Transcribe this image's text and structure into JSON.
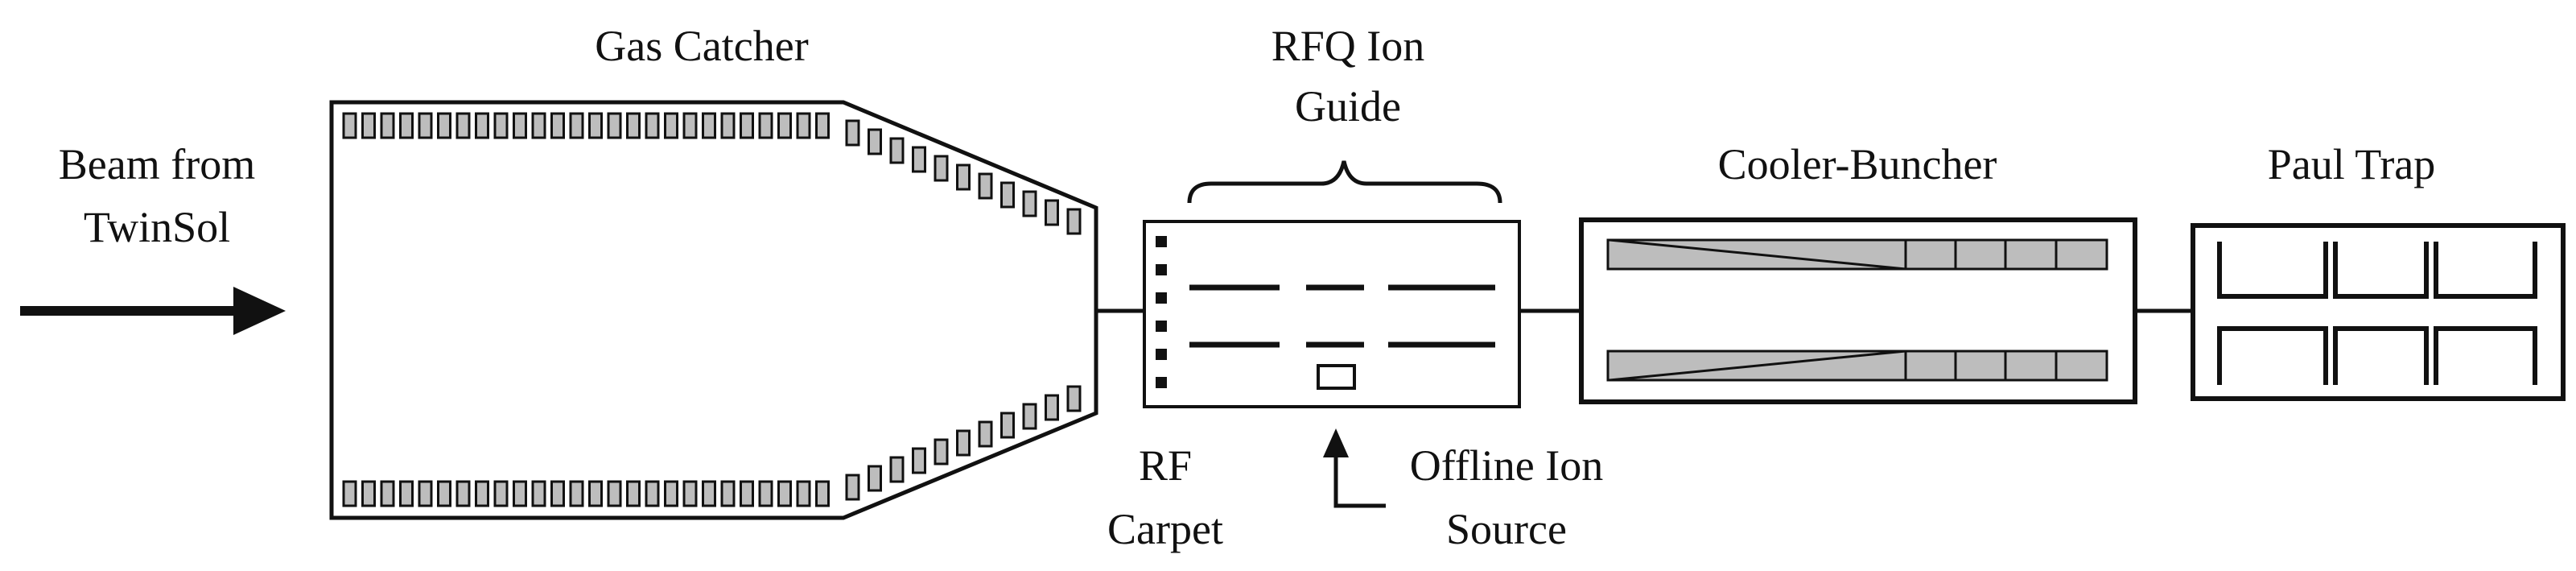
{
  "labels": {
    "beam_line1": "Beam from",
    "beam_line2": "TwinSol",
    "gas_catcher": "Gas Catcher",
    "rfq_line1": "RFQ Ion",
    "rfq_line2": "Guide",
    "cooler_buncher": "Cooler-Buncher",
    "paul_trap": "Paul Trap",
    "rf_line1": "RF",
    "rf_line2": "Carpet",
    "offline_line1": "Offline Ion",
    "offline_line2": "Source"
  },
  "colors": {
    "stroke": "#111111",
    "electrode_fill": "#bdbdbd",
    "background": "#ffffff"
  }
}
